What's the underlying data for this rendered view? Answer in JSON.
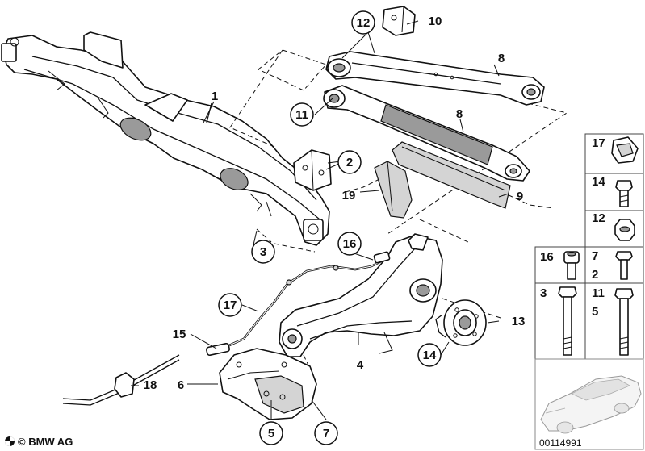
{
  "diagram": {
    "callouts": [
      {
        "id": "c1",
        "label": "1"
      },
      {
        "id": "c2",
        "label": "2"
      },
      {
        "id": "c3",
        "label": "3"
      },
      {
        "id": "c4",
        "label": "4"
      },
      {
        "id": "c5",
        "label": "5"
      },
      {
        "id": "c6",
        "label": "6"
      },
      {
        "id": "c7",
        "label": "7"
      },
      {
        "id": "c8a",
        "label": "8"
      },
      {
        "id": "c8b",
        "label": "8"
      },
      {
        "id": "c9",
        "label": "9"
      },
      {
        "id": "c10",
        "label": "10"
      },
      {
        "id": "c11",
        "label": "11"
      },
      {
        "id": "c12",
        "label": "12"
      },
      {
        "id": "c13",
        "label": "13"
      },
      {
        "id": "c14",
        "label": "14"
      },
      {
        "id": "c15",
        "label": "15"
      },
      {
        "id": "c16",
        "label": "16"
      },
      {
        "id": "c17",
        "label": "17"
      },
      {
        "id": "c18",
        "label": "18"
      },
      {
        "id": "c19",
        "label": "19"
      }
    ],
    "hardware_panel": [
      {
        "id": "p17",
        "label": "17"
      },
      {
        "id": "p14",
        "label": "14"
      },
      {
        "id": "p12",
        "label": "12"
      },
      {
        "id": "p16",
        "label": "16"
      },
      {
        "id": "p7",
        "label": "7"
      },
      {
        "id": "p2",
        "label": "2"
      },
      {
        "id": "p3",
        "label": "3"
      },
      {
        "id": "p11",
        "label": "11"
      },
      {
        "id": "p5",
        "label": "5"
      }
    ],
    "copyright": "© BMW AG",
    "drawing_number": "00114991"
  }
}
